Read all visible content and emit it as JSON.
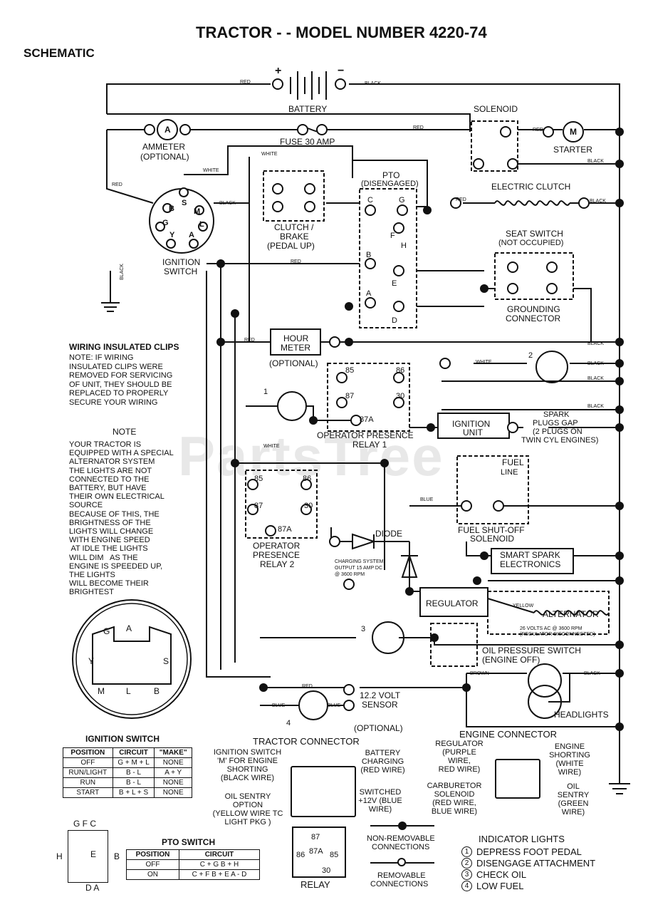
{
  "title": "TRACTOR - - MODEL NUMBER 4220-74",
  "subtitle": "SCHEMATIC",
  "watermark": "PartsTree",
  "components": {
    "battery": "BATTERY",
    "battery_plus": "+",
    "battery_minus": "−",
    "solenoid": "SOLENOID",
    "ammeter": "AMMETER",
    "ammeter_optional": "(OPTIONAL)",
    "ammeter_symbol": "A",
    "fuse": "FUSE 30 AMP",
    "starter": "STARTER",
    "starter_symbol": "M",
    "pto": "PTO",
    "pto_state": "(DISENGAGED)",
    "electric_clutch": "ELECTRIC CLUTCH",
    "clutch_brake": "CLUTCH /",
    "clutch_brake2": "BRAKE",
    "clutch_brake3": "(PEDAL UP)",
    "seat_switch": "SEAT SWITCH",
    "seat_state": "(NOT OCCUPIED)",
    "grounding": "GROUNDING",
    "grounding2": "CONNECTOR",
    "ignition_switch": "IGNITION",
    "ignition_switch2": "SWITCH",
    "hour_meter": "HOUR",
    "hour_meter2": "METER",
    "hour_optional": "(OPTIONAL)",
    "relay1": "OPERATOR PRESENCE",
    "relay1b": "RELAY 1",
    "relay2": "OPERATOR",
    "relay2b": "PRESENCE",
    "relay2c": "RELAY 2",
    "ignition_unit": "IGNITION",
    "ignition_unit2": "UNIT",
    "spark": "SPARK",
    "spark2": "PLUGS GAP",
    "spark3": "(2 PLUGS ON",
    "spark4": "TWIN CYL ENGINES)",
    "fuel": "FUEL",
    "fuel_line": "LINE",
    "fuel_shutoff": "FUEL SHUT-OFF",
    "fuel_shutoff2": "SOLENOID",
    "diode": "DIODE",
    "smart_spark": "SMART SPARK",
    "smart_spark2": "ELECTRONICS",
    "regulator": "REGULATOR",
    "alternator": "ALTERNATOR",
    "alt_note": "26 VOLTS AC @ 3600 RPM",
    "alt_note2": "(REGULATOR DISCONNECTED)",
    "charging": "CHARGING SYSTEM",
    "charging2": "OUTPUT 15 AMP DC",
    "charging3": "@ 3600 RPM",
    "oil_switch": "OIL PRESSURE SWITCH",
    "oil_state": "(ENGINE OFF)",
    "headlights": "HEADLIGHTS",
    "volt_sensor": "12.2 VOLT",
    "volt_sensor2": "SENSOR",
    "volt_optional": "(OPTIONAL)"
  },
  "wire_labels": {
    "red": "RED",
    "black": "BLACK",
    "white": "WHITE",
    "blue": "BLUE",
    "yellow": "YELLOW",
    "brown": "BROWN"
  },
  "pins": {
    "ign": [
      "B",
      "S",
      "M",
      "G",
      "L",
      "Y",
      "A"
    ],
    "pto": [
      "C",
      "G",
      "F",
      "H",
      "B",
      "E",
      "A",
      "D"
    ],
    "relay": [
      "85",
      "86",
      "87",
      "30",
      "87A"
    ],
    "indicators": [
      "1",
      "2",
      "3",
      "4"
    ]
  },
  "notes": {
    "clips_title": "WIRING INSULATED CLIPS",
    "clips_body": [
      "NOTE: IF WIRING",
      "INSULATED CLIPS WERE",
      "REMOVED FOR SERVICING",
      "OF UNIT, THEY SHOULD BE",
      "REPLACED TO PROPERLY",
      "SECURE YOUR WIRING"
    ],
    "note_title": "NOTE",
    "note_body": [
      "YOUR TRACTOR IS",
      "EQUIPPED WITH A SPECIAL",
      "ALTERNATOR SYSTEM",
      "THE LIGHTS ARE NOT",
      "CONNECTED TO THE",
      "BATTERY, BUT HAVE",
      "THEIR OWN ELECTRICAL",
      "SOURCE",
      "BECAUSE OF THIS, THE",
      "BRIGHTNESS OF THE",
      "LIGHTS WILL CHANGE",
      "WITH ENGINE SPEED",
      " AT IDLE THE LIGHTS",
      "WILL DIM   AS THE",
      "ENGINE IS SPEEDED UP,",
      "THE LIGHTS",
      "WILL BECOME THEIR",
      "BRIGHTEST"
    ]
  },
  "ignition_table": {
    "title": "IGNITION SWITCH",
    "headers": [
      "POSITION",
      "CIRCUIT",
      "\"MAKE\""
    ],
    "rows": [
      [
        "OFF",
        "G + M + L",
        "NONE"
      ],
      [
        "RUN/LIGHT",
        "B - L",
        "A + Y"
      ],
      [
        "RUN",
        "B - L",
        "NONE"
      ],
      [
        "START",
        "B + L + S",
        "NONE"
      ]
    ]
  },
  "pto_table": {
    "title": "PTO SWITCH",
    "headers": [
      "POSITION",
      "CIRCUIT"
    ],
    "rows": [
      [
        "OFF",
        "C + G  B + H"
      ],
      [
        "ON",
        "C + F  B + E  A - D"
      ]
    ],
    "pin_labels_top": "G F C",
    "pin_h": "H",
    "pin_e": "E",
    "pin_b": "B",
    "pin_bottom": "D A"
  },
  "tractor_connector": {
    "title": "TRACTOR CONNECTOR",
    "left1": [
      "IGNITION SWITCH",
      "'M' FOR ENGINE",
      "SHORTING",
      "(BLACK WIRE)"
    ],
    "right1": [
      "BATTERY",
      "CHARGING",
      "(RED WIRE)"
    ],
    "left2": [
      "OIL SENTRY",
      "OPTION",
      "(YELLOW WIRE TC",
      "LIGHT PKG )"
    ],
    "right2": [
      "SWITCHED",
      "+12V (BLUE",
      "WIRE)"
    ]
  },
  "engine_connector": {
    "title": "ENGINE CONNECTOR",
    "left1": [
      "REGULATOR",
      "(PURPLE",
      "WIRE,",
      "RED WIRE)"
    ],
    "right1": [
      "ENGINE",
      "SHORTING",
      "(WHITE",
      "WIRE)"
    ],
    "left2": [
      "CARBURETOR",
      "SOLENOID",
      "(RED WIRE,",
      "BLUE WIRE)"
    ],
    "right2": [
      "OIL",
      "SENTRY",
      "(GREEN",
      "WIRE)"
    ]
  },
  "relay_label": "RELAY",
  "relay_pins": [
    "87",
    "86",
    "87A",
    "85",
    "30"
  ],
  "legend": {
    "non_removable": [
      "NON-REMOVABLE",
      "CONNECTIONS"
    ],
    "removable": [
      "REMOVABLE",
      "CONNECTIONS"
    ]
  },
  "indicator_lights": {
    "title": "INDICATOR LIGHTS",
    "items": [
      {
        "num": "1",
        "text": "DEPRESS FOOT PEDAL"
      },
      {
        "num": "2",
        "text": "DISENGAGE ATTACHMENT"
      },
      {
        "num": "3",
        "text": "CHECK OIL"
      },
      {
        "num": "4",
        "text": "LOW FUEL"
      }
    ]
  }
}
